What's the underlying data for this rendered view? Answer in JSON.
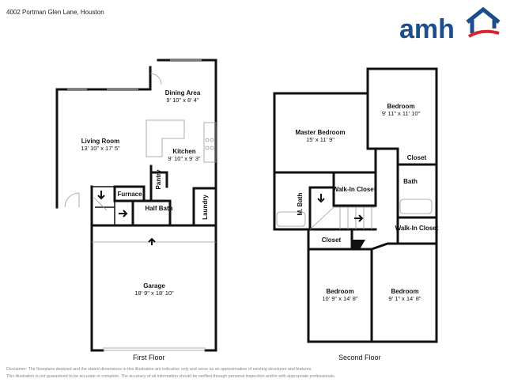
{
  "address": "4002 Portman Glen Lane, Houston",
  "logo": {
    "text": "amh",
    "brand_color": "#1d4e89",
    "accent_color": "#d62631"
  },
  "first_floor": {
    "label": "First Floor",
    "rooms": [
      {
        "name": "Dining Area",
        "dims": "9' 10\" x 8' 4\""
      },
      {
        "name": "Living Room",
        "dims": "13' 10\" x 17' 5\""
      },
      {
        "name": "Kitchen",
        "dims": "9' 10\" x 9' 3\""
      },
      {
        "name": "Furnace"
      },
      {
        "name": "Half Bath"
      },
      {
        "name": "Pantry"
      },
      {
        "name": "Laundry"
      },
      {
        "name": "Garage",
        "dims": "18' 9\" x 18' 10\""
      }
    ]
  },
  "second_floor": {
    "label": "Second Floor",
    "rooms": [
      {
        "name": "Master Bedroom",
        "dims": "15' x 11' 9\""
      },
      {
        "name": "Bedroom",
        "dims": "9' 11\" x 11' 10\""
      },
      {
        "name": "Closet"
      },
      {
        "name": "Bath"
      },
      {
        "name": "M. Bath"
      },
      {
        "name": "Walk-In Closet"
      },
      {
        "name": "Walk-In Closet"
      },
      {
        "name": "Closet"
      },
      {
        "name": "Bedroom",
        "dims": "10' 9\" x 14' 8\""
      },
      {
        "name": "Bedroom",
        "dims": "9' 1\" x 14' 8\""
      }
    ]
  },
  "disclaimer": {
    "line1": "Disclaimer: The floorplans depicted and the stated dimensions in this illustration are indicative only and serve as an approximation of existing structures and features.",
    "line2": "This illustration is not guaranteed to be accurate or complete. The accuracy of all information should be verified through personal inspection and/or with appropriate professionals."
  }
}
